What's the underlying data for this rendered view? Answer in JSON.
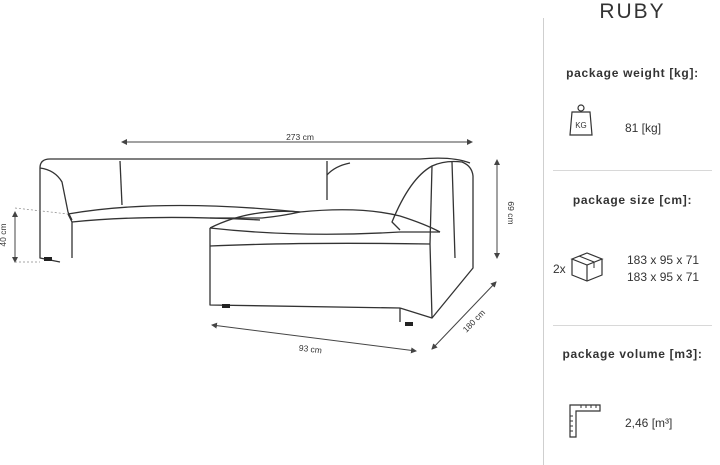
{
  "product": {
    "name": "RUBY"
  },
  "dimensions": {
    "total_width": "273 cm",
    "height": "69 cm",
    "seat_height": "40 cm",
    "chaise_width": "93 cm",
    "chaise_depth": "180 cm"
  },
  "weight": {
    "label": "package weight [kg]:",
    "icon_text": "KG",
    "value": "81 [kg]"
  },
  "size": {
    "label": "package size [cm]:",
    "count": "2x",
    "line1": "183 x 95 x 71",
    "line2": "183 x 95 x 71"
  },
  "volume": {
    "label": "package volume [m3]:",
    "value": "2,46 [m³]"
  },
  "icons": [
    "weight-kg-icon",
    "box-icon",
    "ruler-corner-icon"
  ]
}
